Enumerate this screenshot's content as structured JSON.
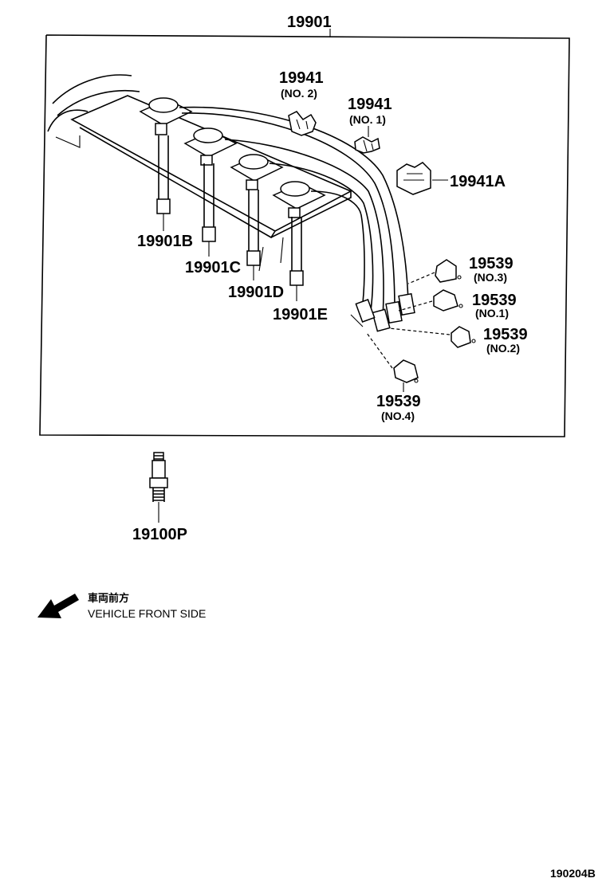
{
  "diagram": {
    "main_assembly": "19901",
    "labels": {
      "clamp_no2": "19941",
      "clamp_no2_sub": "(NO. 2)",
      "clamp_no1": "19941",
      "clamp_no1_sub": "(NO. 1)",
      "clamp_a": "19941A",
      "cord_b": "19901B",
      "cord_c": "19901C",
      "cord_d": "19901D",
      "cord_e": "19901E",
      "holder_no3": "19539",
      "holder_no3_sub": "(NO.3)",
      "holder_no1": "19539",
      "holder_no1_sub": "(NO.1)",
      "holder_no2": "19539",
      "holder_no2_sub": "(NO.2)",
      "holder_no4": "19539",
      "holder_no4_sub": "(NO.4)",
      "spark_plug": "19100P"
    },
    "direction": {
      "japanese": "車両前方",
      "english": "VEHICLE FRONT SIDE"
    },
    "figure_id": "190204B"
  }
}
